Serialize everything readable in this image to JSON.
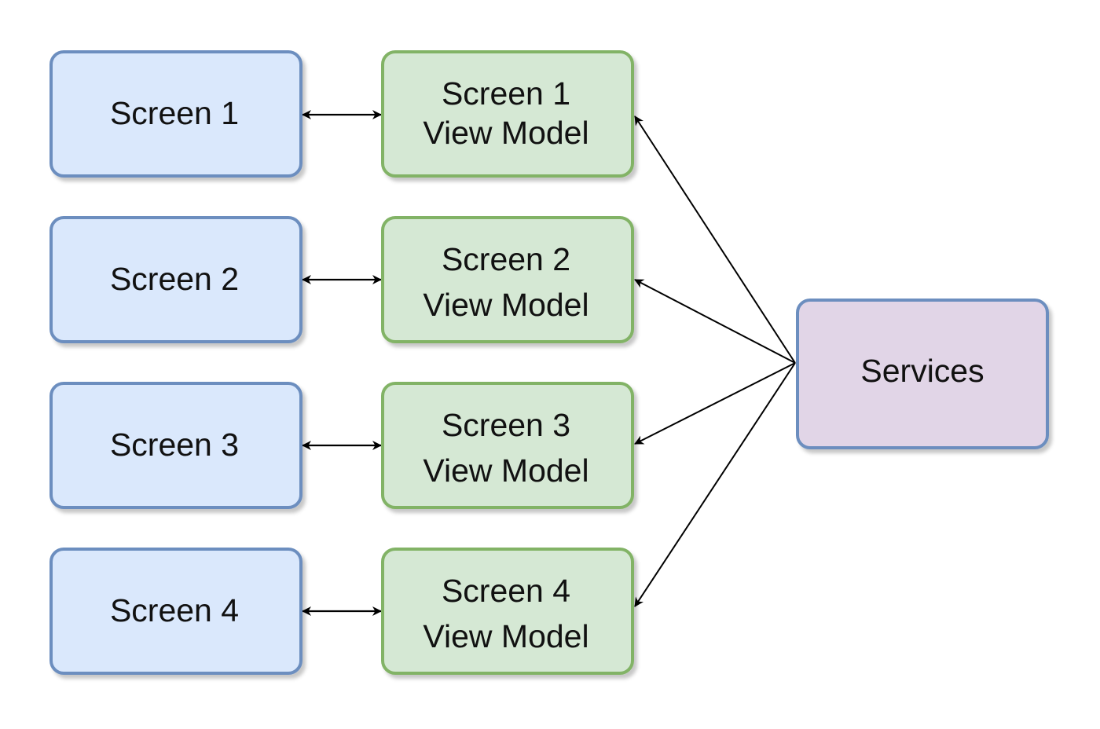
{
  "colors": {
    "screen_fill": "#dae8fc",
    "screen_stroke": "#6c8ebf",
    "viewmodel_fill": "#d5e8d4",
    "viewmodel_stroke": "#82b366",
    "services_fill": "#e1d5e7",
    "services_stroke": "#6c8ebf",
    "arrow": "#000000"
  },
  "screens": [
    {
      "label": "Screen 1"
    },
    {
      "label": "Screen 2"
    },
    {
      "label": "Screen 3"
    },
    {
      "label": "Screen 4"
    }
  ],
  "view_models": [
    {
      "line1": "Screen 1",
      "line2": "View Model"
    },
    {
      "line1": "Screen 2",
      "line2": "View Model"
    },
    {
      "line1": "Screen 3",
      "line2": "View Model"
    },
    {
      "line1": "Screen 4",
      "line2": "View Model"
    }
  ],
  "services": {
    "label": "Services"
  },
  "edges": [
    {
      "from": "screen-1",
      "to": "view-model-1",
      "direction": "both"
    },
    {
      "from": "screen-2",
      "to": "view-model-2",
      "direction": "both"
    },
    {
      "from": "screen-3",
      "to": "view-model-3",
      "direction": "both"
    },
    {
      "from": "screen-4",
      "to": "view-model-4",
      "direction": "both"
    },
    {
      "from": "services",
      "to": "view-model-1",
      "direction": "forward"
    },
    {
      "from": "services",
      "to": "view-model-2",
      "direction": "forward"
    },
    {
      "from": "services",
      "to": "view-model-3",
      "direction": "forward"
    },
    {
      "from": "services",
      "to": "view-model-4",
      "direction": "forward"
    }
  ]
}
